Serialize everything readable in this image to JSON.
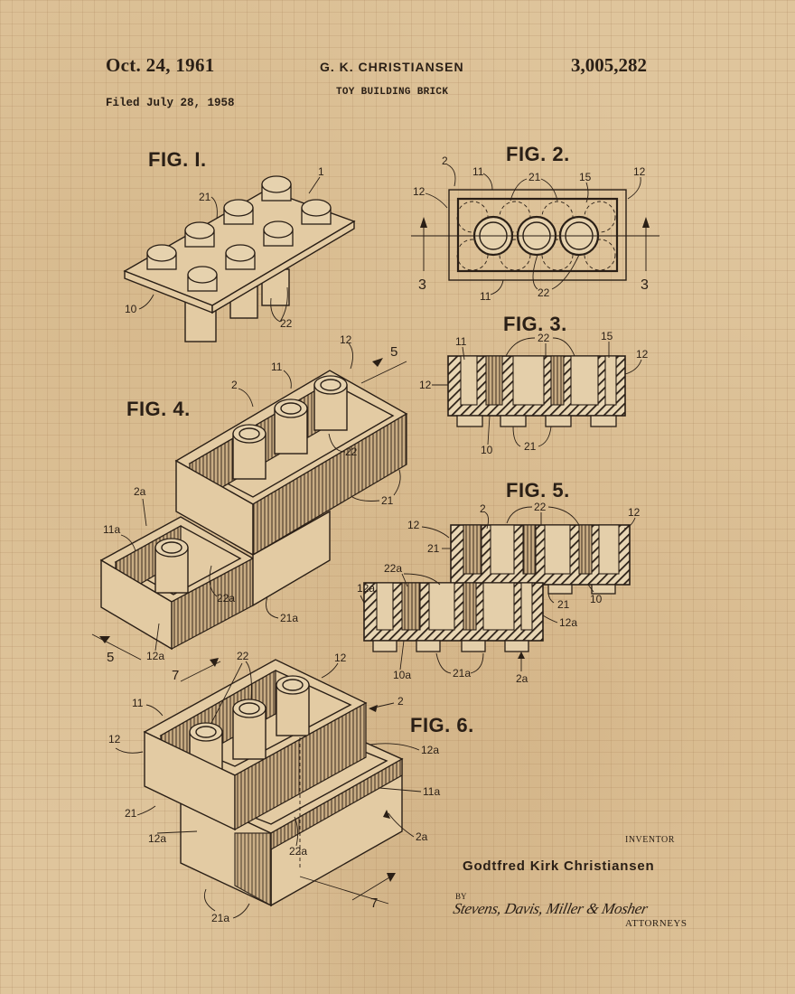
{
  "header": {
    "date": "Oct. 24, 1961",
    "inventor_caption": "G. K. CHRISTIANSEN",
    "patent_number": "3,005,282",
    "title": "TOY BUILDING BRICK",
    "filed": "Filed July 28, 1958"
  },
  "figures": {
    "fig1": {
      "label": "FIG. I.",
      "refs": [
        "1",
        "21",
        "10",
        "22"
      ]
    },
    "fig2": {
      "label": "FIG. 2.",
      "refs": [
        "2",
        "11",
        "21",
        "15",
        "12",
        "12",
        "3",
        "3",
        "11",
        "22"
      ]
    },
    "fig3": {
      "label": "FIG. 3.",
      "refs": [
        "11",
        "22",
        "15",
        "12",
        "12",
        "10",
        "21"
      ]
    },
    "fig4": {
      "label": "FIG. 4.",
      "refs": [
        "12",
        "5",
        "11",
        "2",
        "22",
        "21",
        "2a",
        "11a",
        "22a",
        "21a",
        "5",
        "12a"
      ]
    },
    "fig5": {
      "label": "FIG. 5.",
      "refs": [
        "2",
        "22",
        "12",
        "12",
        "21",
        "22a",
        "12a",
        "21",
        "10",
        "12a",
        "10a",
        "21a",
        "2a"
      ]
    },
    "fig6": {
      "label": "FIG. 6.",
      "refs": [
        "22",
        "12",
        "7",
        "11",
        "2",
        "12",
        "12a",
        "11a",
        "21",
        "12a",
        "22a",
        "2a",
        "21a",
        "7"
      ]
    }
  },
  "footer": {
    "inventor_label": "INVENTOR",
    "inventor_name": "Godtfred Kirk Christiansen",
    "by_label": "BY",
    "attorney_signature": "Stevens, Davis, Miller & Mosher",
    "attorneys_label": "ATTORNEYS"
  },
  "colors": {
    "paper": "#dfc59c",
    "ink": "#2a1f16",
    "grid": "#a07a50"
  }
}
